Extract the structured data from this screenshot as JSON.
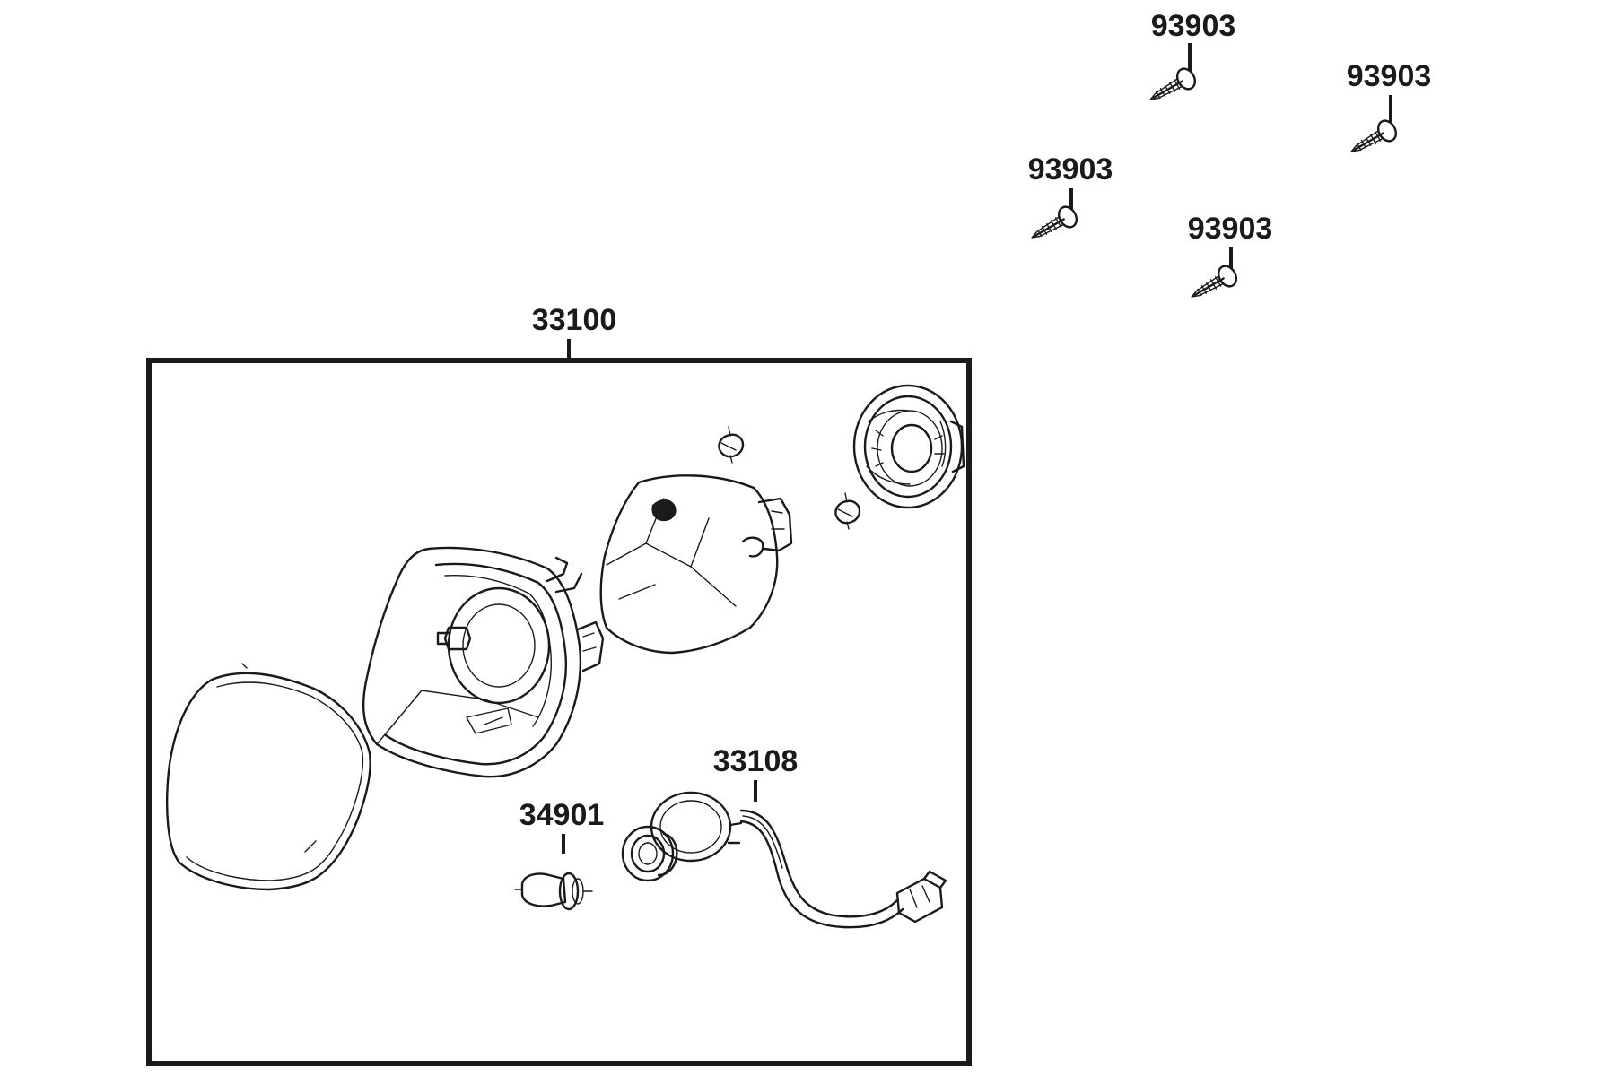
{
  "labels": {
    "assembly": "33100",
    "screw_a": "93903",
    "screw_b": "93903",
    "screw_c": "93903",
    "screw_d": "93903",
    "socket_harness": "33108",
    "bulb": "34901"
  },
  "colors": {
    "line": "#1a1a1a",
    "background": "#ffffff"
  }
}
